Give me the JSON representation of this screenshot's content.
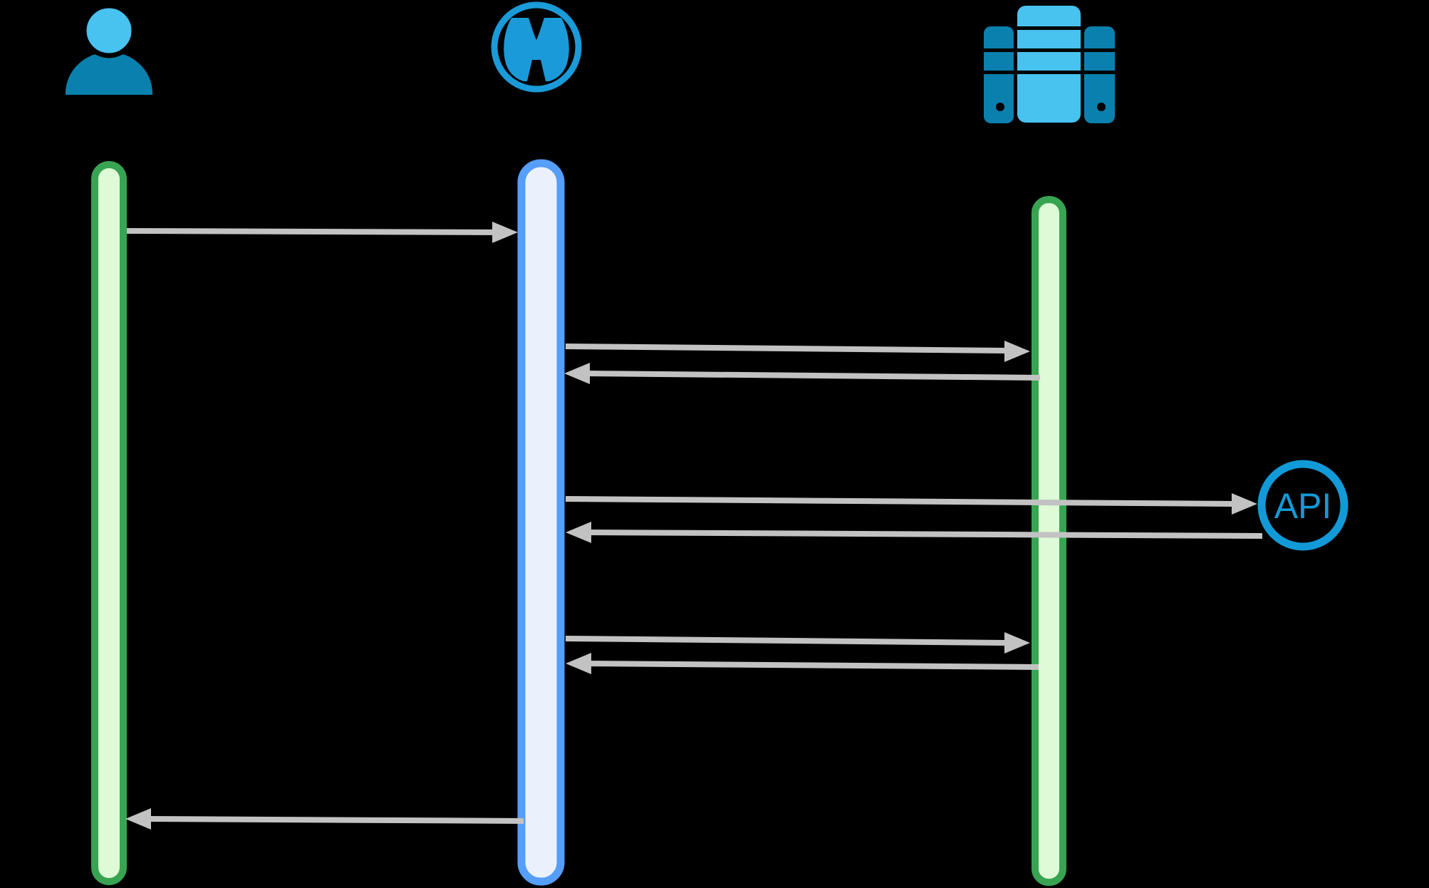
{
  "diagram": {
    "type": "sequence-diagram",
    "actors": [
      {
        "name": "user",
        "icon": "user-icon"
      },
      {
        "name": "mulesoft",
        "icon": "mulesoft-logo-icon"
      },
      {
        "name": "backend-servers",
        "icon": "server-icon"
      }
    ],
    "api_node": {
      "label": "API"
    },
    "messages": [
      {
        "from": "user",
        "to": "mulesoft",
        "direction": "right"
      },
      {
        "from": "mulesoft",
        "to": "backend-servers",
        "direction": "right"
      },
      {
        "from": "backend-servers",
        "to": "mulesoft",
        "direction": "left"
      },
      {
        "from": "mulesoft",
        "to": "api",
        "direction": "right"
      },
      {
        "from": "api",
        "to": "mulesoft",
        "direction": "left"
      },
      {
        "from": "mulesoft",
        "to": "backend-servers",
        "direction": "right"
      },
      {
        "from": "backend-servers",
        "to": "mulesoft",
        "direction": "left"
      },
      {
        "from": "mulesoft",
        "to": "user",
        "direction": "left"
      }
    ],
    "colors": {
      "background": "#000000",
      "person_head": "#48C2EF",
      "person_body": "#0A80AE",
      "mule_blue": "#1B9AD9",
      "server_light": "#48C2EF",
      "server_dark": "#0A80AE",
      "green_border": "#38A452",
      "green_fill": "#DEFAD6",
      "blue_border": "#559EFA",
      "blue_fill": "#EAF1FD",
      "arrow_gray": "#C2C2C2",
      "api_blue": "#129AD8"
    }
  }
}
